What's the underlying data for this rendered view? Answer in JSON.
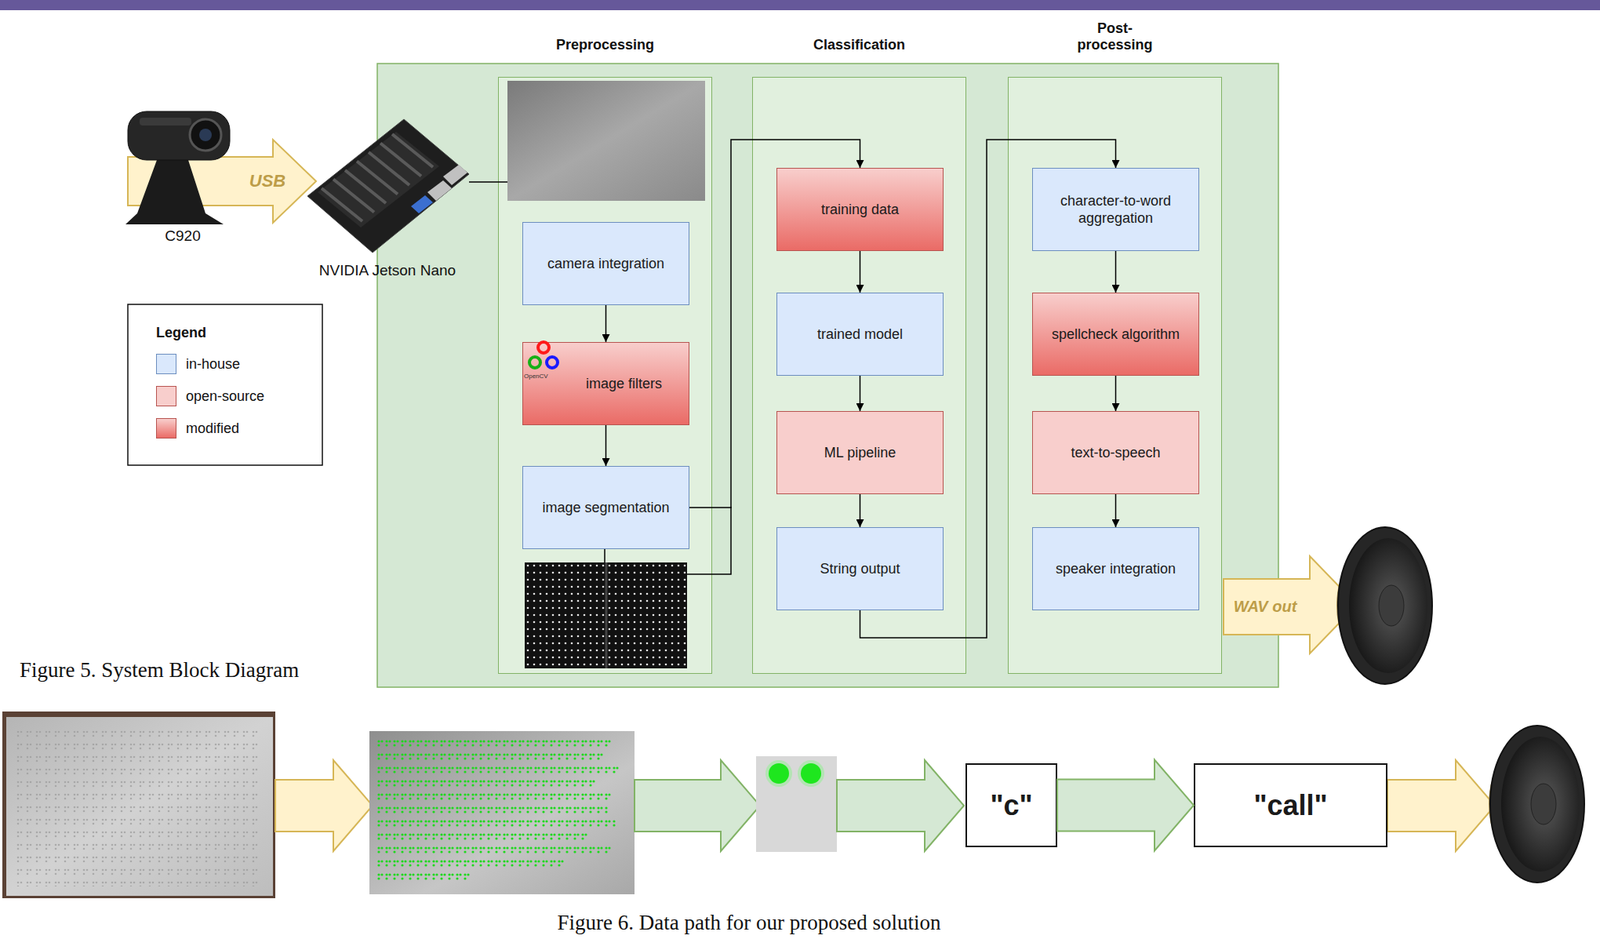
{
  "diagram": {
    "caption": "Figure 6. Data path for our proposed solution",
    "nodes": [
      {
        "text": [
          "Preprocessing"
        ]
      },
      {
        "text": [
          "camera integration"
        ],
        "in": 0
      },
      {
        "text": [
          "image filters"
        ],
        "in": 0
      },
      {
        "text": [
          "image segmentation"
        ],
        "in": 0
      },
      {
        "text": [
          "Classification"
        ]
      },
      {
        "text": [
          "training data"
        ],
        "in": 4
      },
      {
        "text": [
          "trained model"
        ],
        "in": 4
      },
      {
        "text": [
          "ML pipeline"
        ],
        "in": 4
      },
      {
        "text": [
          "String output"
        ],
        "in": 4
      },
      {
        "text": [
          "Post- processing"
        ]
      },
      {
        "text": [
          "character-to-word aggregation"
        ],
        "in": 9
      },
      {
        "text": [
          "spellcheck algorithm"
        ],
        "in": 9
      },
      {
        "text": [
          "text-to-speech"
        ],
        "in": 9
      },
      {
        "text": [
          "speaker integration"
        ],
        "in": 9
      },
      {
        "text": [
          "\"c\""
        ]
      },
      {
        "text": [
          "\"call\""
        ]
      }
    ],
    "edges": [
      {
        "from": 1,
        "to": 2,
        "arrow": "to"
      },
      {
        "from": 2,
        "to": 3,
        "arrow": "to"
      },
      {
        "from": 3,
        "to": 5,
        "arrow": "to"
      },
      {
        "from": 5,
        "to": 6,
        "arrow": "to"
      },
      {
        "from": 6,
        "to": 7,
        "arrow": "to"
      },
      {
        "from": 7,
        "to": 8,
        "arrow": "to"
      },
      {
        "from": 8,
        "to": 10,
        "arrow": "to"
      },
      {
        "from": 10,
        "to": 11,
        "arrow": "to"
      },
      {
        "from": 11,
        "to": 12,
        "arrow": "to"
      },
      {
        "from": 12,
        "to": 13,
        "arrow": "to"
      },
      {
        "from": 14,
        "to": 15,
        "arrow": "to"
      }
    ],
    "labels": [
      "C920",
      "USB",
      "NVIDIA Jetson Nano",
      "Legend",
      "OpenCV",
      "WAV out",
      "Figure 5. System Block Diagram"
    ],
    "legend": [
      {
        "text": "in-house",
        "color": "#dae8fc"
      },
      {
        "text": "open-source",
        "color": "#f8cecc"
      },
      {
        "text": "modified"
      }
    ]
  }
}
